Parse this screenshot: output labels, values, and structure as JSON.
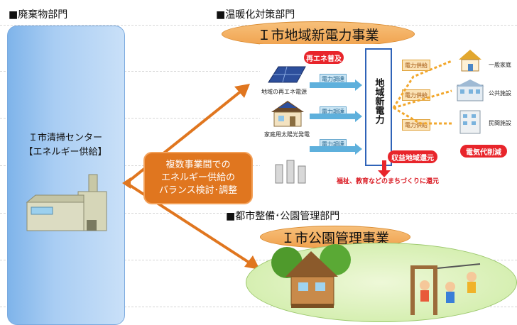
{
  "sections": {
    "waste": {
      "label": "■廃棄物部門"
    },
    "warming": {
      "label": "■温暖化対策部門"
    },
    "urban": {
      "label": "■都市整備･公園管理部門"
    }
  },
  "left_panel": {
    "center_line1": "Ｉ市清掃センター",
    "center_line2": "【エネルギー供給】"
  },
  "energy_project": {
    "title": "Ｉ市地域新電力事業"
  },
  "park_project": {
    "title": "Ｉ市公園管理事業"
  },
  "callout": {
    "line1": "複数事業間での",
    "line2": "エネルギー供給の",
    "line3": "バランス検討･調整"
  },
  "energy_diagram": {
    "renewable_badge": "再エネ普及",
    "local_power_label": "地域の再エネ電源",
    "solar_label": "家庭用太陽光発電",
    "procure_tags": [
      "電力調達",
      "電力調達",
      "電力調達"
    ],
    "hub_text": "地域新電力",
    "supply_tags": [
      "電力供給",
      "電力供給",
      "電力供給"
    ],
    "destinations": [
      "一般家庭",
      "公共施設",
      "民間施設"
    ],
    "profit_badge": "収益地域還元",
    "cost_badge": "電気代削減",
    "bottom_note": "福祉、教育などのまちづくりに還元"
  },
  "colors": {
    "panel": "#a9cdf3",
    "callout": "#e0761f",
    "ellipse": "#f0a24e",
    "arrow": "#e0761f",
    "park": "#d7f0b8"
  }
}
